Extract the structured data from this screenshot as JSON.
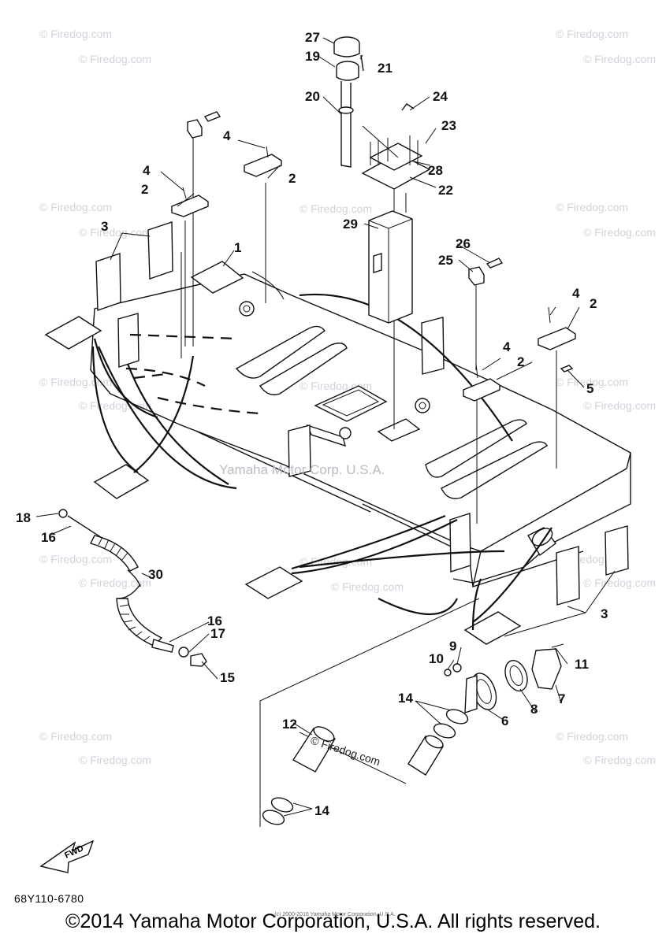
{
  "diagram": {
    "callouts": {
      "c1": "1",
      "c2a": "2",
      "c2b": "2",
      "c2c": "2",
      "c2d": "2",
      "c3a": "3",
      "c3b": "3",
      "c4a": "4",
      "c4b": "4",
      "c4c": "4",
      "c4d": "4",
      "c5": "5",
      "c6": "6",
      "c7": "7",
      "c8": "8",
      "c9": "9",
      "c10": "10",
      "c11": "11",
      "c12": "12",
      "c14a": "14",
      "c14b": "14",
      "c15": "15",
      "c16a": "16",
      "c16b": "16",
      "c17": "17",
      "c18": "18",
      "c19": "19",
      "c20": "20",
      "c21": "21",
      "c22": "22",
      "c23": "23",
      "c24": "24",
      "c25": "25",
      "c26": "26",
      "c27": "27",
      "c28": "28",
      "c29": "29",
      "c30": "30"
    },
    "fwd_label": "FWD",
    "center_watermark": "Yamaha Motor Corp. U.S.A.",
    "watermark": "© Firedog.com",
    "inline_watermark": "© Firedog.com"
  },
  "footer": {
    "part_code": "68Y110-6780",
    "copyright": "©2014 Yamaha Motor Corporation, U.S.A. All rights reserved.",
    "tiny_notice": "(c) 2000-2016 Yamaha Motor Corporation, U.S.A."
  }
}
